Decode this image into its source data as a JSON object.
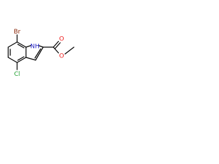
{
  "molecule": {
    "atoms": {
      "br": "Br",
      "nh": "NH",
      "o_carbonyl": "O",
      "o_ester": "O",
      "cl": "Cl"
    },
    "colors": {
      "bond": "#000000",
      "bromine": "#8b2a0c",
      "nitrogen": "#2323c8",
      "oxygen": "#ee1c1c",
      "chlorine": "#22a033"
    }
  }
}
